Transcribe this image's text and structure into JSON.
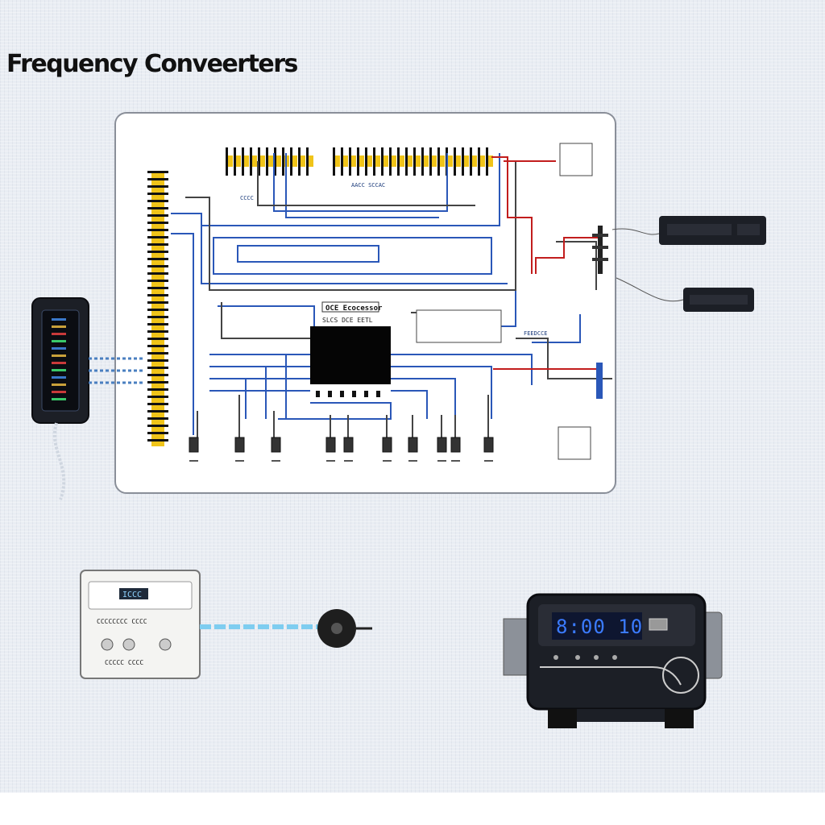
{
  "title": "Frequency Conveerters",
  "schematic": {
    "chip_label": "OCE Ecocessor",
    "chip_sublabel": "SLCS DCE EETL",
    "top_note": "AACC SCCAC",
    "mid_note": "CCCC",
    "side_note": "FEEDCCE"
  },
  "remote_panel": {
    "display": "ICCC",
    "line1": "CCCCCCCC CCCC",
    "line2": "CCCCC CCCC",
    "knobs": [
      "knob-a",
      "knob-b",
      "knob-c"
    ]
  },
  "meter": {
    "display": "8:00 10",
    "indicator_color": "#3b7bff"
  },
  "colors": {
    "wire_blue": "#2a57b8",
    "wire_red": "#c21d1d",
    "header_yellow": "#f0c419",
    "device_dark": "#1c1f26"
  }
}
